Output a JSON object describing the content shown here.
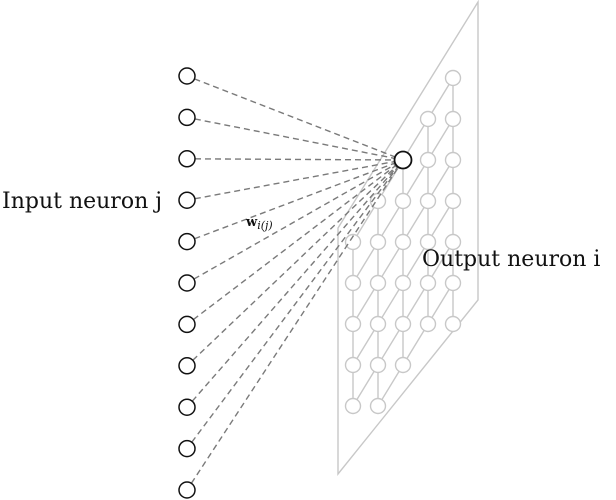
{
  "labels": {
    "input": "Input neuron j",
    "weight_main": "w",
    "weight_sub": "i(j)",
    "output": "Output neuron i"
  },
  "input_layer": {
    "count": 11,
    "highlighted_index": 3
  },
  "output_grid": {
    "rows": 6,
    "cols": 5,
    "highlighted": "Output neuron i"
  },
  "colors": {
    "ink": "#111111",
    "grid": "#c8c8c8",
    "dashed": "#7a7a7a"
  }
}
